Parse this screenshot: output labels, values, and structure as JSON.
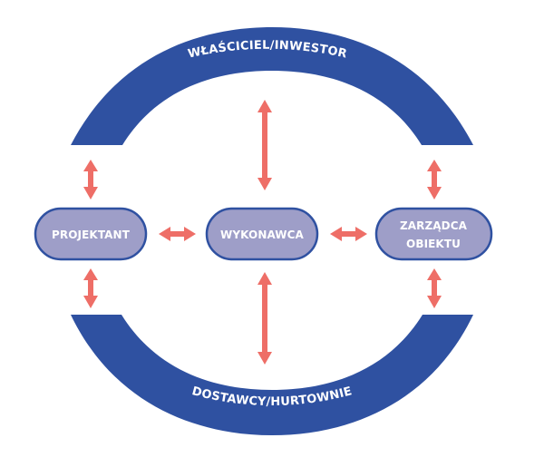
{
  "diagram": {
    "top_arc": {
      "label": "WŁAŚCICIEL/INWESTOR"
    },
    "bottom_arc": {
      "label": "DOSTAWCY/HURTOWNIE"
    },
    "nodes": {
      "projektant": {
        "label": "PROJEKTANT"
      },
      "wykonawca": {
        "label": "WYKONAWCA"
      },
      "zarzadca": {
        "line1": "ZARZĄDCA",
        "line2": "OBIEKTU"
      }
    }
  },
  "colors": {
    "arc_fill": "#2f51a1",
    "node_fill": "#9e9ec8",
    "node_stroke": "#2f51a1",
    "arrow": "#ee6e67",
    "label_text": "#ffffff"
  }
}
